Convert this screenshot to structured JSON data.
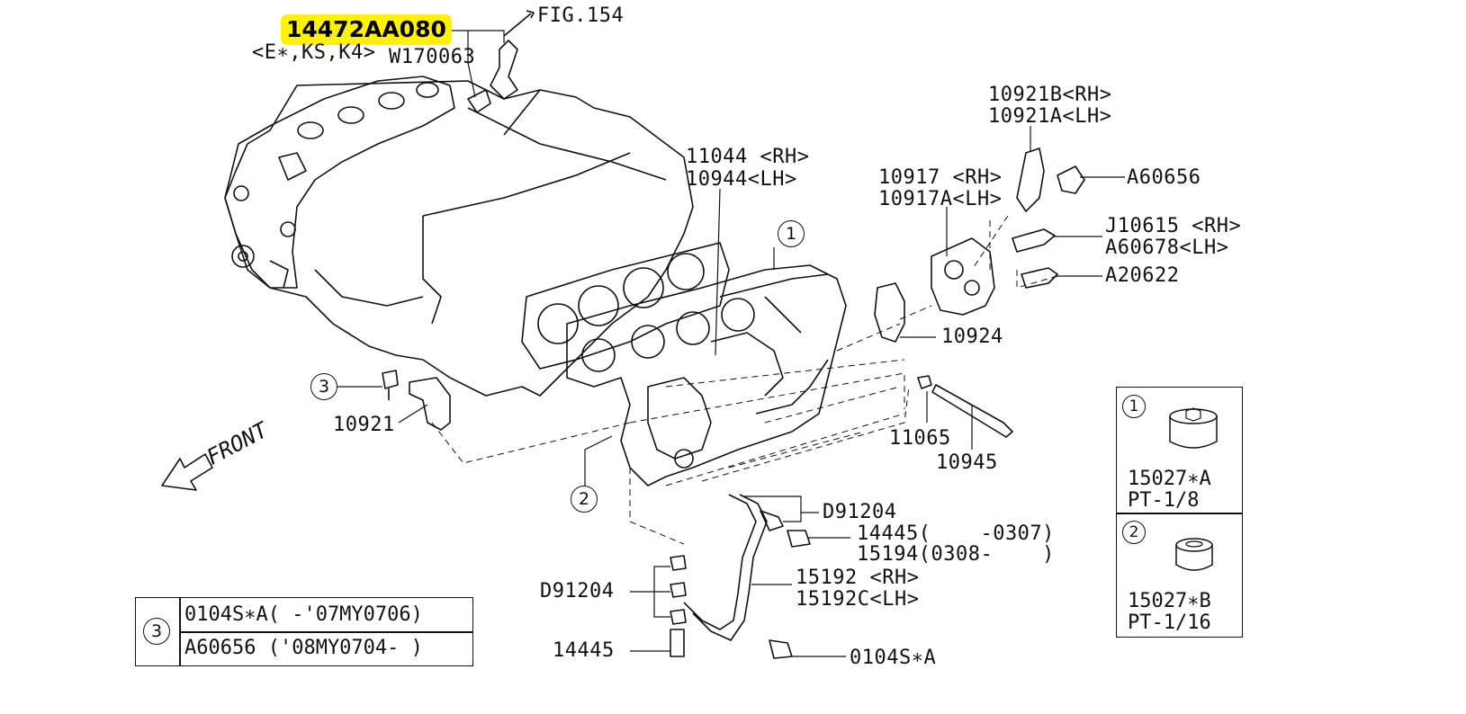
{
  "highlight_part": "14472AA080",
  "labels": {
    "sub_highlight": "<E∗,KS,K4>",
    "w170063": "W170063",
    "fig": "FIG.154",
    "p10921b": "10921B<RH>",
    "p10921a": "10921A<LH>",
    "p11044": "11044 <RH>",
    "p10944": "10944<LH>",
    "p10917": "10917 <RH>",
    "p10917a": "10917A<LH>",
    "a60656": "A60656",
    "j10615": "J10615 <RH>",
    "a60678": "A60678<LH>",
    "a20622": "A20622",
    "p10924": "10924",
    "p10921": "10921",
    "p11065": "11065",
    "p10945": "10945",
    "front": "FRONT",
    "d91204_right": "D91204",
    "p14445_a": "14445(    -0307)",
    "p15194": "15194(0308-    )",
    "d91204_left": "D91204",
    "p15192": "15192 <RH>",
    "p15192c": "15192C<LH>",
    "p14445_b": "14445",
    "p0104s": "0104S∗A"
  },
  "callouts": {
    "one": "1",
    "two": "2",
    "three": "3"
  },
  "table_bottom": {
    "marker": "3",
    "rows": [
      "0104S∗A( -'07MY0706)",
      "A60656 ('08MY0704- )"
    ]
  },
  "legend": {
    "items": [
      {
        "marker": "1",
        "part": "15027∗A",
        "size": "PT-1/8"
      },
      {
        "marker": "2",
        "part": "15027∗B",
        "size": "PT-1/16"
      }
    ]
  }
}
